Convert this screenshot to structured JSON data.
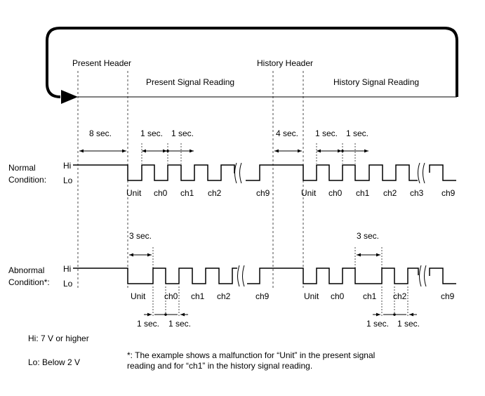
{
  "headers": {
    "present_header": "Present Header",
    "history_header": "History Header",
    "present_signal_reading": "Present Signal Reading",
    "history_signal_reading": "History Signal Reading"
  },
  "normal": {
    "label_line1": "Normal",
    "label_line2": "Condition:",
    "hi": "Hi",
    "lo": "Lo",
    "timing": {
      "present_header_duration": "8 sec.",
      "present_pulse_a": "1 sec.",
      "present_pulse_b": "1 sec.",
      "history_header_duration": "4 sec.",
      "history_pulse_a": "1 sec.",
      "history_pulse_b": "1 sec."
    },
    "present_channels": [
      "Unit",
      "ch0",
      "ch1",
      "ch2",
      "ch9"
    ],
    "history_channels": [
      "Unit",
      "ch0",
      "ch1",
      "ch2",
      "ch3",
      "ch9"
    ]
  },
  "abnormal": {
    "label_line1": "Abnormal",
    "label_line2": "Condition*:",
    "hi": "Hi",
    "lo": "Lo",
    "timing": {
      "present_fault_duration": "3 sec.",
      "history_fault_duration": "3 sec.",
      "present_pulse_a": "1 sec.",
      "present_pulse_b": "1 sec.",
      "history_pulse_a": "1 sec.",
      "history_pulse_b": "1 sec."
    },
    "present_channels": [
      "Unit",
      "ch0",
      "ch1",
      "ch2",
      "ch9"
    ],
    "history_channels": [
      "Unit",
      "ch0",
      "ch1",
      "ch2",
      "ch9"
    ]
  },
  "legend": {
    "hi_definition": "Hi: 7 V or higher",
    "lo_definition": "Lo: Below 2 V"
  },
  "footnote": {
    "line1": "*: The example shows a malfunction for “Unit” in the present signal",
    "line2": "reading and for “ch1” in the history signal reading."
  }
}
